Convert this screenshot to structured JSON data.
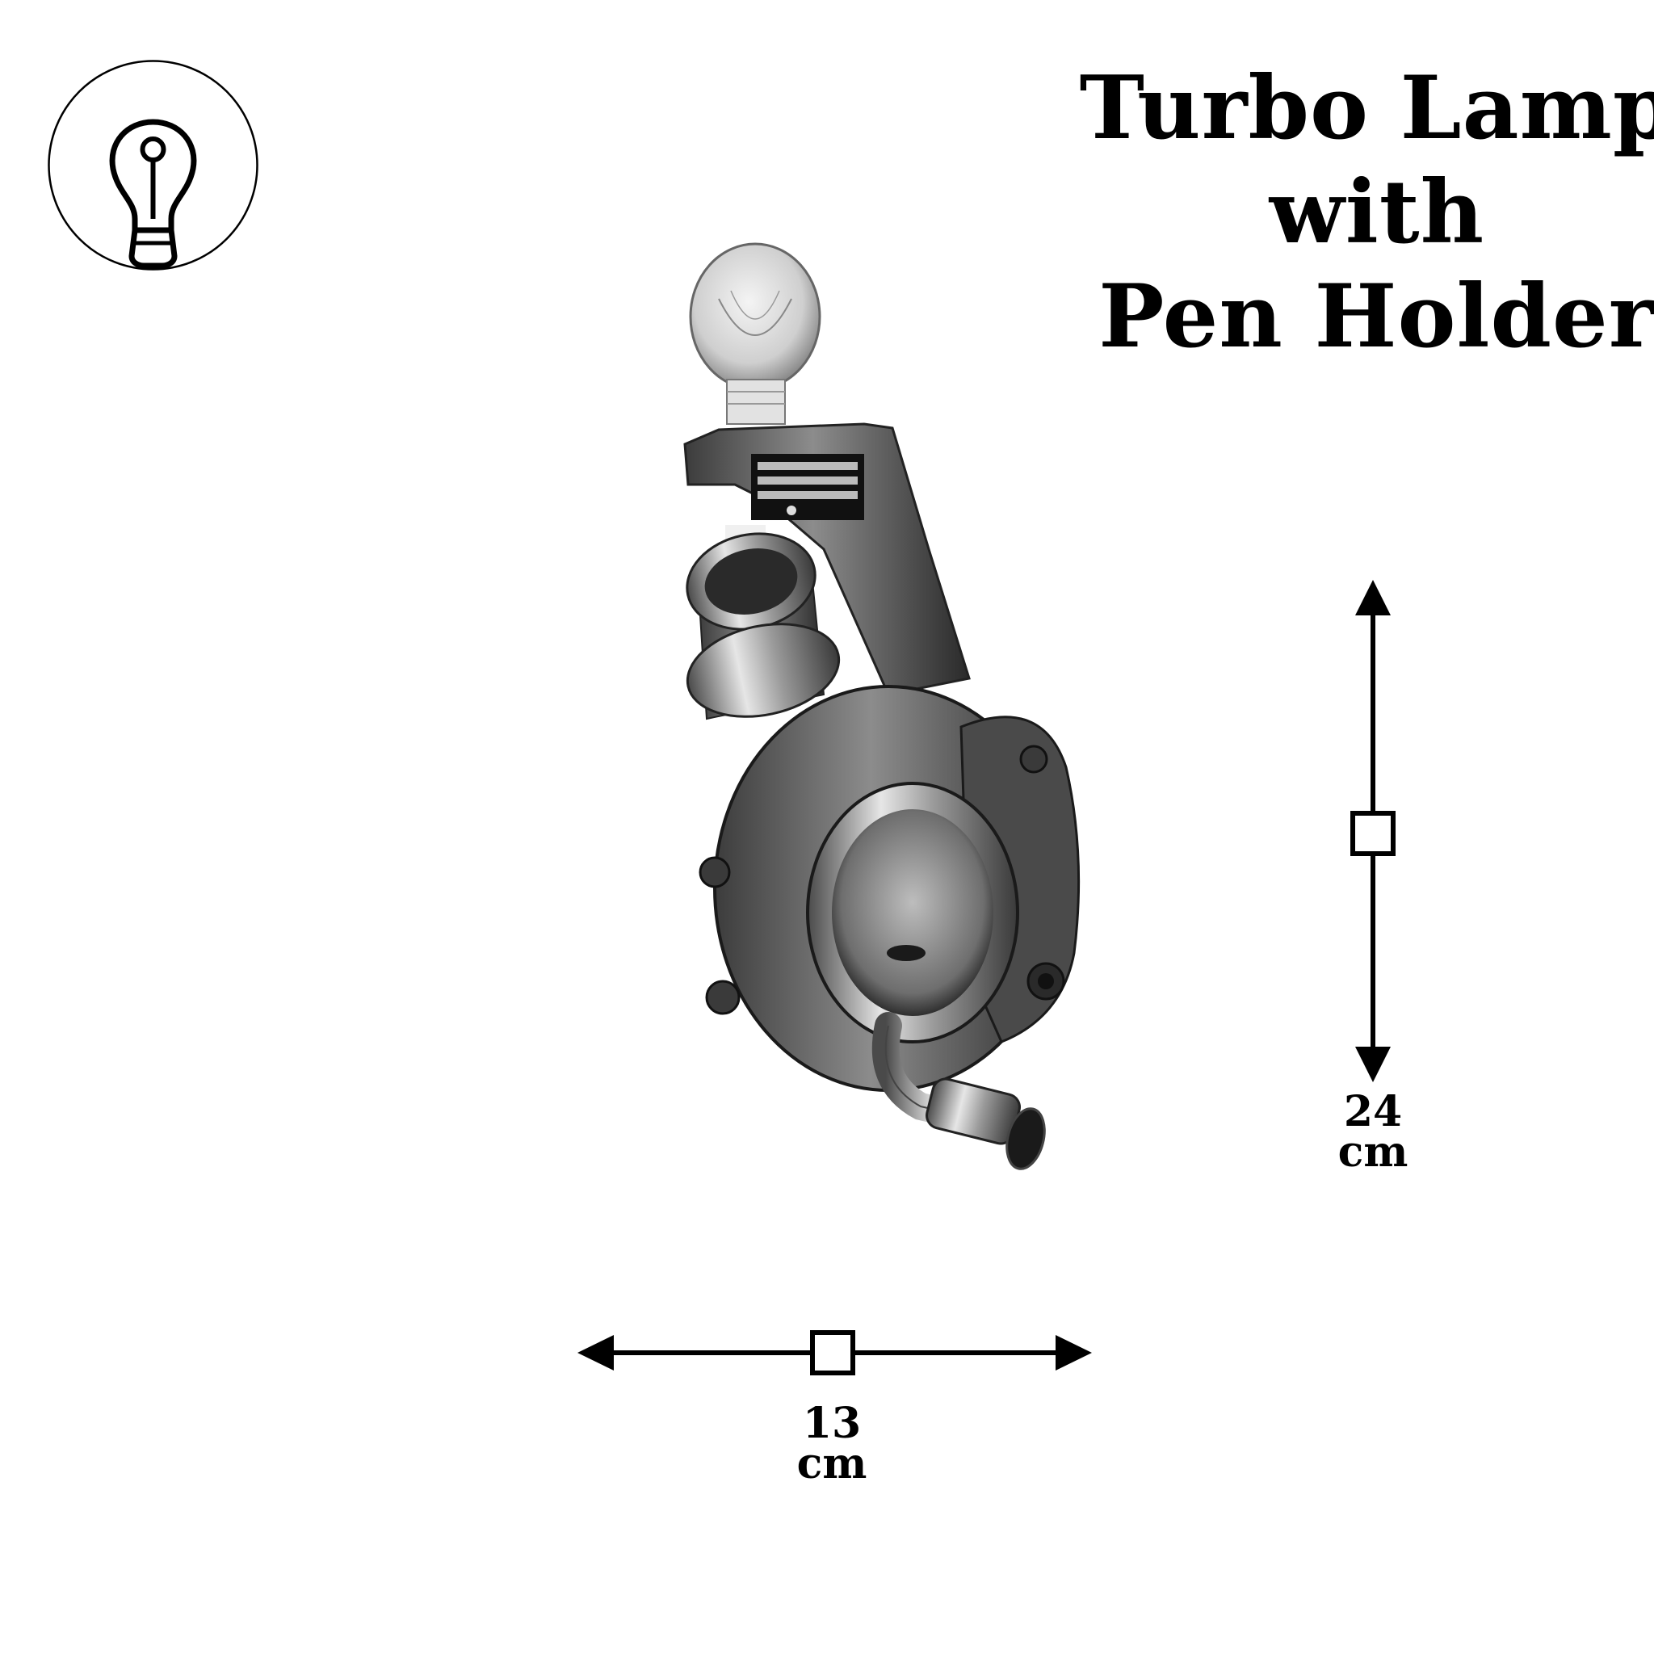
{
  "icon": {
    "name": "light-bulb-icon"
  },
  "title": {
    "line1": "Turbo Lamp",
    "line2": "with",
    "line3": "Pen Holder"
  },
  "dimensions": {
    "height": {
      "value": "24",
      "unit": "cm"
    },
    "width": {
      "value": "13",
      "unit": "cm"
    }
  },
  "colors": {
    "ink": "#000000",
    "background": "#ffffff"
  }
}
